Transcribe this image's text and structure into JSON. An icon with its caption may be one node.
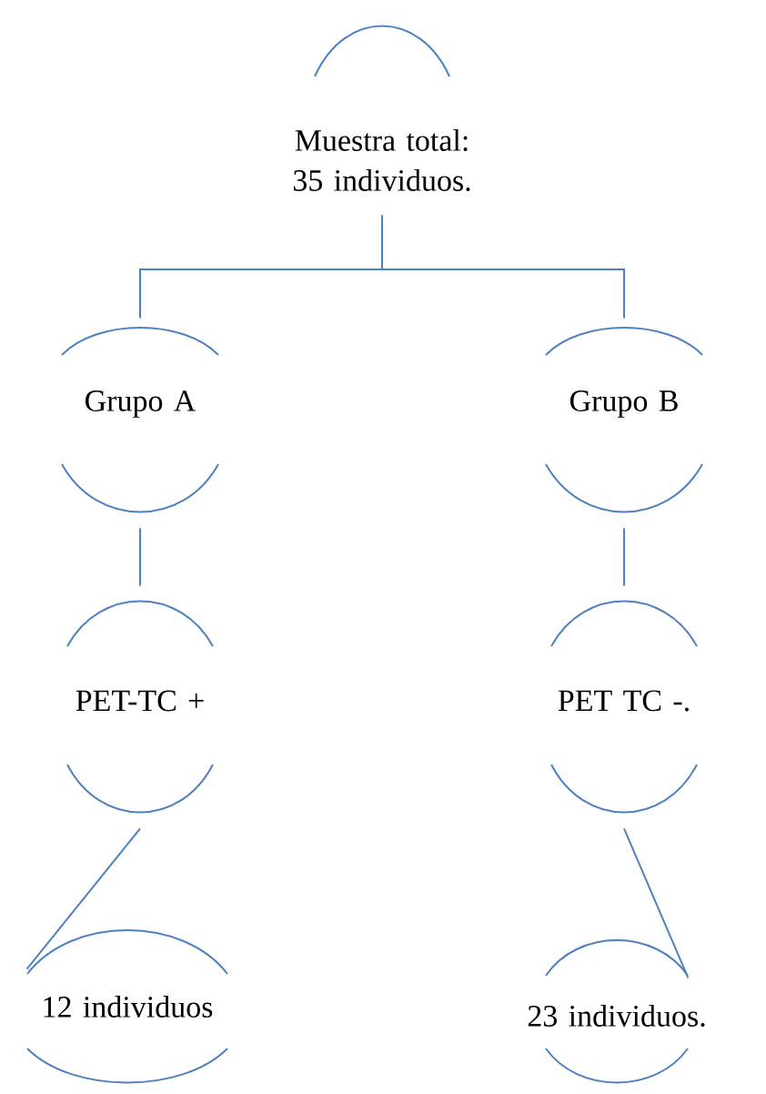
{
  "diagram": {
    "nodes": [
      {
        "text": [
          "Muestra total: 35 individuos."
        ]
      },
      {
        "text": [
          "Grupo A"
        ]
      },
      {
        "text": [
          "Grupo B"
        ]
      },
      {
        "text": [
          "PET-TC +"
        ]
      },
      {
        "text": [
          "PET TC -."
        ]
      },
      {
        "text": [
          "12 individuos"
        ]
      },
      {
        "text": [
          "23 individuos."
        ]
      }
    ],
    "edges": [
      {
        "from": 0,
        "to": 1,
        "arrow": "none"
      },
      {
        "from": 0,
        "to": 2,
        "arrow": "none"
      },
      {
        "from": 1,
        "to": 3,
        "arrow": "none"
      },
      {
        "from": 2,
        "to": 4,
        "arrow": "none"
      },
      {
        "from": 3,
        "to": 5,
        "arrow": "none"
      },
      {
        "from": 4,
        "to": 6,
        "arrow": "none"
      }
    ]
  }
}
